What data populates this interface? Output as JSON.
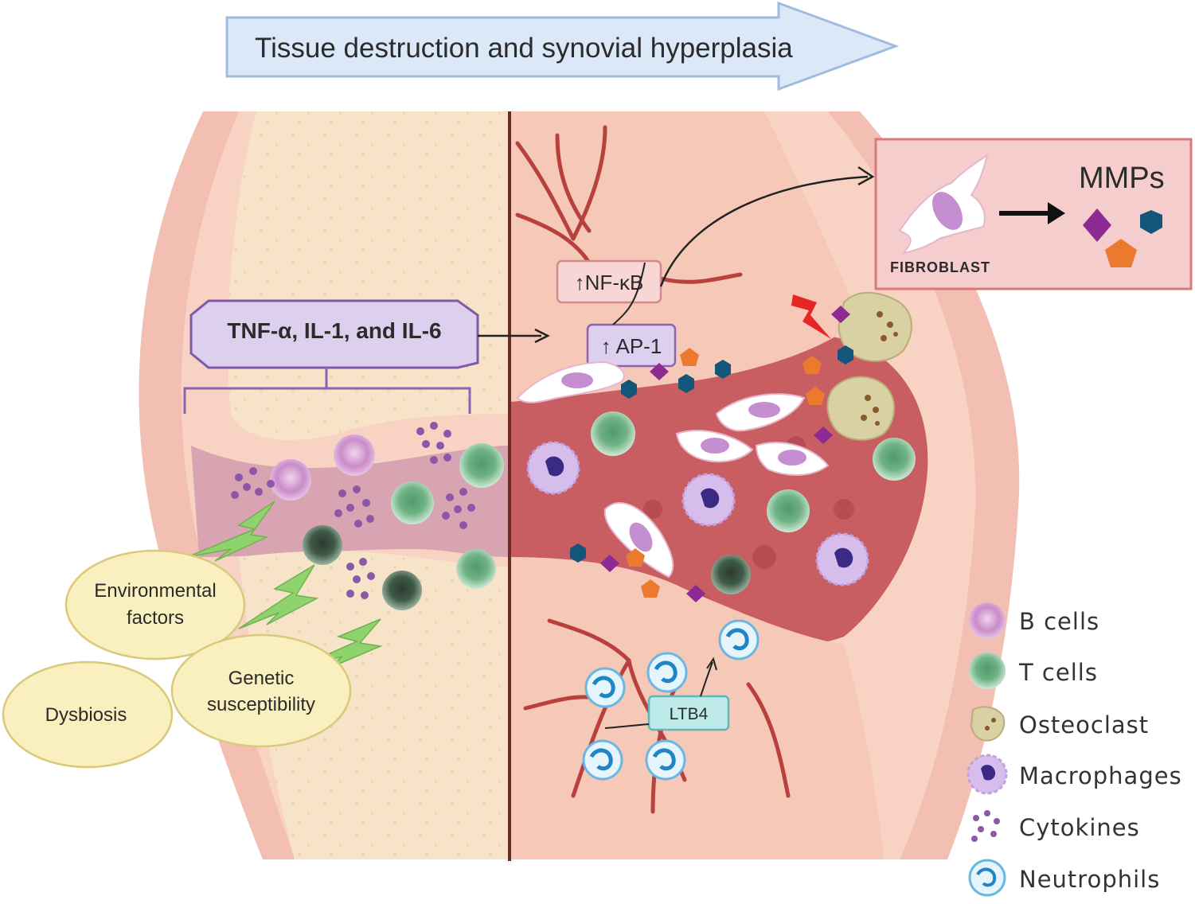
{
  "banner": {
    "text": "Tissue destruction and synovial hyperplasia"
  },
  "cytokine_box": {
    "text": "TNF-α, IL-1, and IL-6"
  },
  "nfkb": {
    "text": "↑NF-κB"
  },
  "ap1": {
    "text": "↑ AP-1"
  },
  "fibroblast_panel": {
    "cell_label": "FIBROBLAST",
    "product_label": "MMPs"
  },
  "ltb4": {
    "text": "LTB4"
  },
  "triggers": {
    "environmental_line1": "Environmental",
    "environmental_line2": "factors",
    "genetic_line1": "Genetic",
    "genetic_line2": "susceptibility",
    "dysbiosis": "Dysbiosis"
  },
  "legend": {
    "b_cells": "B cells",
    "t_cells": "T cells",
    "osteoclast": "Osteoclast",
    "macrophages": "Macrophages",
    "cytokines": "Cytokines",
    "neutrophils": "Neutrophils"
  },
  "colors": {
    "banner_fill": "#dbe8f7",
    "banner_stroke": "#9fbbe0",
    "purple_box": "#ddd0ee",
    "purple_stroke": "#7e5aa8",
    "nfkb_fill": "#f8d6d6",
    "panel_fill": "#f6cdcd",
    "panel_stroke": "#d87a7a",
    "ltb4_fill": "#bfeaea",
    "trigger_fill": "#faf0bf",
    "trigger_stroke": "#d9c97a",
    "bone": "#f6e3c8",
    "tissue": "#f1b7a8",
    "inflamed": "#c95e62",
    "vessel": "#b8413e",
    "b_cell": "#c98bc8",
    "t_cell": "#79ba8e",
    "osteoclast": "#d9d0a4",
    "macrophage": "#d7bdec",
    "cytokine": "#8b58a8",
    "neutrophil": "#6ab7e2",
    "mmp_purple": "#8e2a93",
    "mmp_orange": "#ec7a2e",
    "mmp_teal": "#13567a",
    "bolt": "#8fd36e",
    "red_bolt": "#e62626"
  }
}
